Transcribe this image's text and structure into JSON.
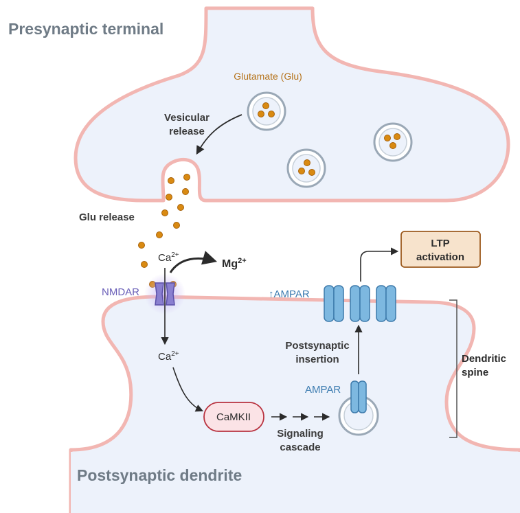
{
  "labels": {
    "presynaptic": "Presynaptic terminal",
    "postsynaptic": "Postsynaptic dendrite",
    "glutamate": "Glutamate (Glu)",
    "vesicular_1": "Vesicular",
    "vesicular_2": "release",
    "glu_release": "Glu release",
    "ca_top": "Ca",
    "ca_top_sup": "2+",
    "mg": "Mg",
    "mg_sup": "2+",
    "nmdar": "NMDAR",
    "ca_bottom": "Ca",
    "ca_bottom_sup": "2+",
    "camkii": "CaMKII",
    "signaling_1": "Signaling",
    "signaling_2": "cascade",
    "ampar_top": "↑AMPAR",
    "ampar_vesicle": "AMPAR",
    "postsyn_1": "Postsynaptic",
    "postsyn_2": "insertion",
    "ltp_1": "LTP",
    "ltp_2": "activation",
    "spine_1": "Dendritic",
    "spine_2": "spine"
  },
  "colors": {
    "membrane": "#f2b6b2",
    "membrane_fill": "#edf2fb",
    "glutamate": "#d98a12",
    "glutamate_stroke": "#a8620a",
    "vesicle_ring": "#9aa8b6",
    "nmdar": "#8a7fd0",
    "nmdar_glow": "#c9b8f5",
    "ampar": "#7db8e0",
    "ampar_stroke": "#3d7aab",
    "camkii_fill": "#fbe3e6",
    "camkii_stroke": "#b8323f",
    "ltp_fill": "#f7e3cc",
    "ltp_stroke": "#9c5a1e",
    "title_text": "#6f7b86",
    "dark_text": "#3a3a3a",
    "glu_text": "#b5731a",
    "blue_text": "#3b7bb0",
    "purple_text": "#6a5fb8"
  },
  "icons": [
    "glutamate-molecule",
    "synaptic-vesicle",
    "nmdar-channel",
    "ampar-channel",
    "arrow"
  ]
}
